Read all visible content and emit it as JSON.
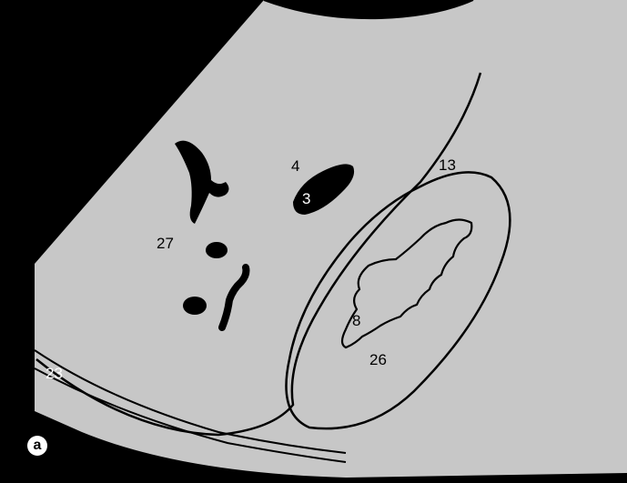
{
  "figure": {
    "panel_letter": "a",
    "labels": {
      "l4": "4",
      "l3": "3",
      "l13": "13",
      "l27": "27",
      "l8": "8",
      "l26": "26",
      "l23": "23"
    },
    "colors": {
      "background": "#000000",
      "tissue": "#c7c7c7",
      "outline": "#000000",
      "label_light": "#ffffff"
    }
  }
}
